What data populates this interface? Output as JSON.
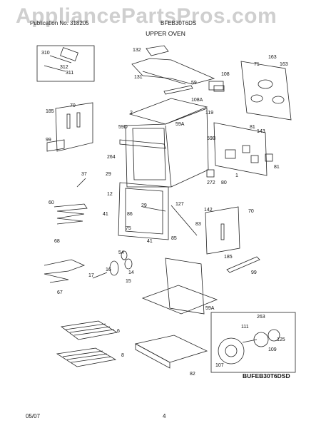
{
  "watermark": "AppliancePartsPros.com",
  "header": {
    "left": "Publication No. 318205",
    "right": "BFEB30T6DS"
  },
  "section_title": "UPPER OVEN",
  "model_label": "BUFEB30T6DSD",
  "footer": {
    "date": "05/07",
    "page": "4"
  },
  "parts": [
    "310",
    "312",
    "311",
    "132",
    "131",
    "163",
    "71",
    "163",
    "108",
    "59",
    "108A",
    "119",
    "70",
    "185",
    "99",
    "2",
    "59D",
    "59A",
    "59B",
    "81",
    "143",
    "264",
    "37",
    "29",
    "12",
    "272",
    "80",
    "1",
    "81",
    "60",
    "127",
    "142",
    "29",
    "41",
    "86",
    "83",
    "70",
    "68",
    "75",
    "41",
    "85",
    "185",
    "99",
    "54",
    "16",
    "14",
    "15",
    "17",
    "67",
    "59A",
    "263",
    "111",
    "125",
    "109",
    "107",
    "6",
    "8",
    "82"
  ]
}
